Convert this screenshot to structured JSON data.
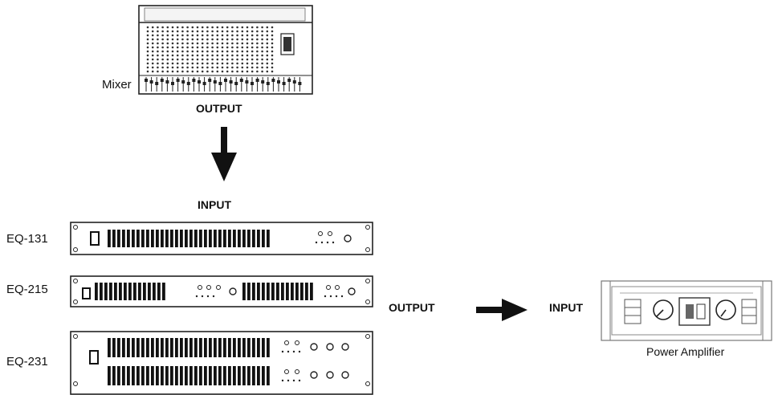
{
  "mixer": {
    "label": "Mixer",
    "output_label": "OUTPUT"
  },
  "eq_section": {
    "input_label": "INPUT",
    "output_label": "OUTPUT",
    "units": [
      {
        "label": "EQ-131"
      },
      {
        "label": "EQ-215"
      },
      {
        "label": "EQ-231"
      }
    ]
  },
  "amplifier": {
    "input_label": "INPUT",
    "label": "Power Amplifier"
  },
  "icons": [
    "down-arrow-icon",
    "right-arrow-icon"
  ]
}
